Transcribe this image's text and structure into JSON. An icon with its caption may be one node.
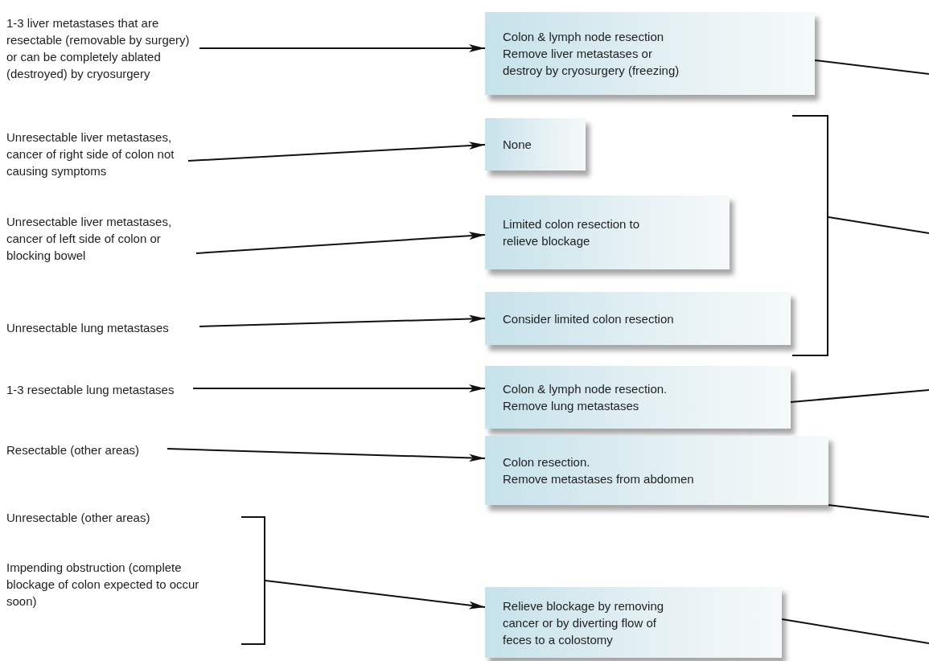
{
  "diagram": {
    "nodes": [
      {
        "text": [
          "1-3 liver metastases that are resectable (removable by surgery) or can be completely ablated (destroyed) by cryosurgery"
        ]
      },
      {
        "text": [
          "Colon & lymph node resection",
          "Remove liver metastases or destroy by cryosurgery (freezing)"
        ]
      },
      {
        "text": [
          "Unresectable liver metastases, cancer of right side of colon not causing symptoms"
        ]
      },
      {
        "text": [],
        "shape": "bracket"
      },
      {
        "text": [
          "None"
        ]
      },
      {
        "text": [
          "Unresectable liver metastases, cancer of left side of colon or blocking bowel"
        ]
      },
      {
        "text": [
          "Limited colon resection to relieve blockage"
        ]
      },
      {
        "text": [
          "Unresectable lung metastases"
        ]
      },
      {
        "text": [
          "Consider limited colon resection"
        ]
      },
      {
        "text": [
          "1-3 resectable lung metastases"
        ]
      },
      {
        "text": [
          "Colon & lymph node resection.",
          "Remove lung metastases"
        ]
      },
      {
        "text": [
          "Resectable (other areas)"
        ]
      },
      {
        "text": [
          "Colon resection.",
          "Remove metastases from abdomen"
        ]
      },
      {
        "text": [],
        "shape": "bracket"
      },
      {
        "text": [
          "Unresectable (other areas)"
        ]
      },
      {
        "text": [
          "Impending obstruction (complete blockage of colon expected to occur soon)"
        ]
      },
      {
        "text": [
          "Relieve blockage by removing cancer or by diverting flow of feces to a colostomy"
        ]
      }
    ],
    "edges": [
      {
        "from": 0,
        "to": 1,
        "arrow": "to"
      },
      {
        "from": 2,
        "to": 4,
        "arrow": "to"
      },
      {
        "from": 5,
        "to": 6,
        "arrow": "to"
      },
      {
        "from": 7,
        "to": 8,
        "arrow": "to"
      },
      {
        "from": 9,
        "to": 10,
        "arrow": "to"
      },
      {
        "from": 11,
        "to": 12,
        "arrow": "to"
      },
      {
        "from": 13,
        "to": 16,
        "arrow": "to"
      },
      {
        "from": 1,
        "to": null,
        "arrow": "none"
      },
      {
        "from": 3,
        "to": null,
        "arrow": "none"
      },
      {
        "from": 10,
        "to": null,
        "arrow": "none"
      },
      {
        "from": 12,
        "to": null,
        "arrow": "none"
      },
      {
        "from": 16,
        "to": null,
        "arrow": "none"
      }
    ]
  }
}
